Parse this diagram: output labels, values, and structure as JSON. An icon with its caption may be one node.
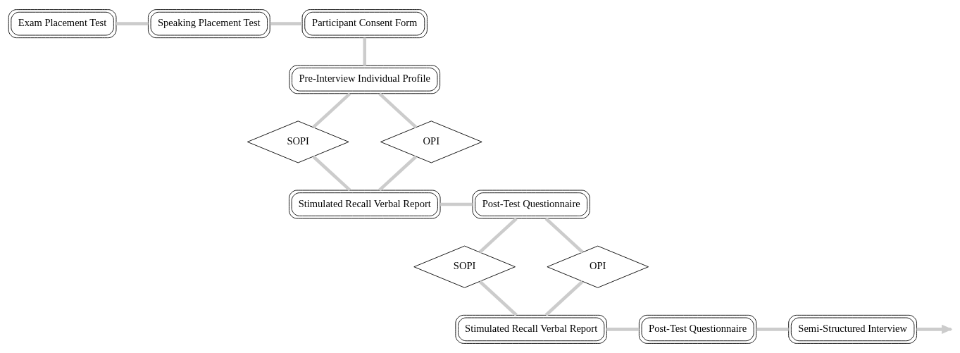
{
  "diagram": {
    "nodes": [
      {
        "text": [
          "Exam Placement Test"
        ]
      },
      {
        "text": [
          "Speaking Placement Test"
        ]
      },
      {
        "text": [
          "Participant Consent Form"
        ]
      },
      {
        "text": [
          "Pre-Interview Individual Profile"
        ]
      },
      {
        "text": [
          "SOPI"
        ]
      },
      {
        "text": [
          "OPI"
        ]
      },
      {
        "text": [
          "Stimulated Recall Verbal Report"
        ]
      },
      {
        "text": [
          "Post-Test Questionnaire"
        ]
      },
      {
        "text": [
          "SOPI"
        ]
      },
      {
        "text": [
          "OPI"
        ]
      },
      {
        "text": [
          "Stimulated Recall Verbal Report"
        ]
      },
      {
        "text": [
          "Post-Test Questionnaire"
        ]
      },
      {
        "text": [
          "Semi-Structured Interview"
        ]
      }
    ],
    "edges": [
      {
        "from": 0,
        "to": 1,
        "arrow": "none"
      },
      {
        "from": 1,
        "to": 2,
        "arrow": "none"
      },
      {
        "from": 2,
        "to": 3,
        "arrow": "none"
      },
      {
        "from": 3,
        "to": 4,
        "arrow": "none"
      },
      {
        "from": 3,
        "to": 5,
        "arrow": "none"
      },
      {
        "from": 4,
        "to": 6,
        "arrow": "none"
      },
      {
        "from": 5,
        "to": 6,
        "arrow": "none"
      },
      {
        "from": 6,
        "to": 7,
        "arrow": "none"
      },
      {
        "from": 7,
        "to": 8,
        "arrow": "none"
      },
      {
        "from": 7,
        "to": 9,
        "arrow": "none"
      },
      {
        "from": 8,
        "to": 10,
        "arrow": "none"
      },
      {
        "from": 9,
        "to": 10,
        "arrow": "none"
      },
      {
        "from": 10,
        "to": 11,
        "arrow": "none"
      },
      {
        "from": 11,
        "to": 12,
        "arrow": "none"
      },
      {
        "from": 12,
        "to": null,
        "arrow": "to"
      }
    ]
  }
}
